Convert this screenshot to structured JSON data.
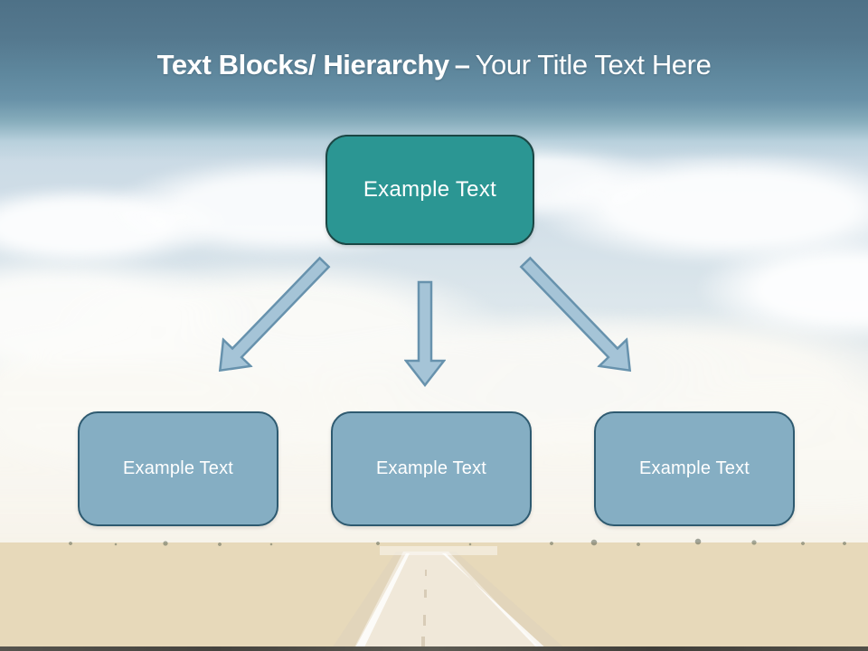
{
  "title": {
    "bold": "Text Blocks/ Hierarchy",
    "dash": "–",
    "regular": "Your Title Text Here"
  },
  "diagram": {
    "root": {
      "label": "Example Text"
    },
    "children": [
      {
        "label": "Example Text"
      },
      {
        "label": "Example Text"
      },
      {
        "label": "Example Text"
      }
    ]
  },
  "icons": {
    "arrows": [
      "down-left-arrow",
      "down-arrow",
      "down-right-arrow"
    ]
  },
  "colors": {
    "header_top": "#4e7187",
    "header_bottom": "#6992a8",
    "root_box_fill": "#2b9693",
    "root_box_border": "#1b4644",
    "child_box_fill": "#85aec3",
    "child_box_border": "#2e5a70",
    "arrow_fill": "#a5c4d7",
    "arrow_stroke": "#6792ad",
    "title_text": "#ffffff",
    "box_text": "#ffffff"
  }
}
